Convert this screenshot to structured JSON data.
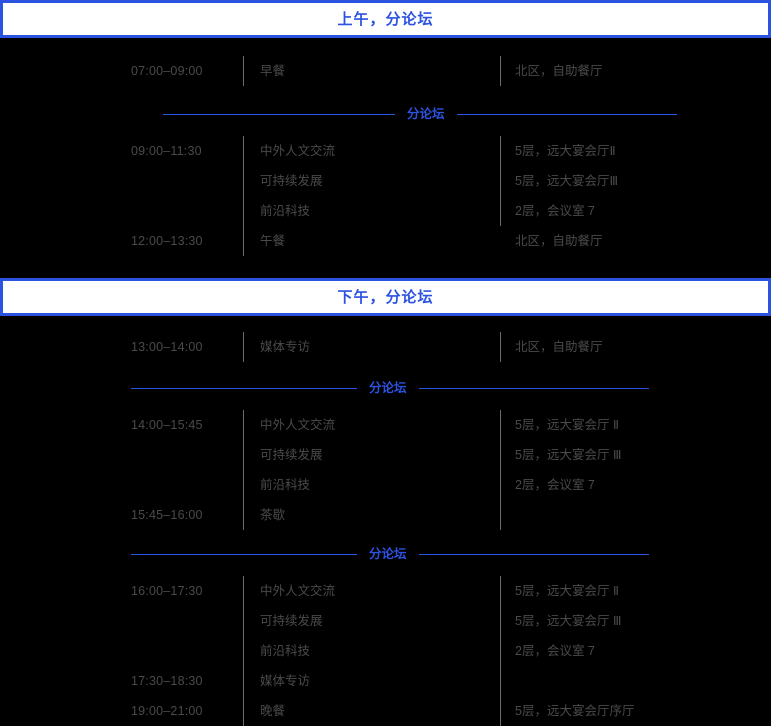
{
  "page": {
    "background_color": "#000000",
    "accent_color": "#2b52e0",
    "text_color": "#4a4a4a"
  },
  "sections": [
    {
      "header": "上午，分论坛",
      "blocks": [
        {
          "type": "rows",
          "rows": [
            {
              "time": "07:00–09:00",
              "title": "早餐",
              "venue": "北区，自助餐厅"
            }
          ]
        },
        {
          "type": "forum-divider",
          "label": "分论坛",
          "left_rule_start": 163,
          "left_rule_end": 395,
          "right_rule_start": 490,
          "right_rule_end": 710
        },
        {
          "type": "rows",
          "rows": [
            {
              "time": "09:00–11:30",
              "title": "中外人文交流",
              "venue": "5层，远大宴会厅Ⅱ"
            },
            {
              "time": "",
              "title": "可持续发展",
              "venue": "5层，远大宴会厅Ⅲ"
            },
            {
              "time": "",
              "title": "前沿科技",
              "venue": "2层，会议室 7"
            },
            {
              "time": "12:00–13:30",
              "title": "午餐",
              "venue": "北区，自助餐厅"
            }
          ]
        }
      ]
    },
    {
      "header": "下午，分论坛",
      "blocks": [
        {
          "type": "rows",
          "rows": [
            {
              "time": "13:00–14:00",
              "title": "媒体专访",
              "venue": "北区，自助餐厅"
            }
          ]
        },
        {
          "type": "forum-divider",
          "label": "分论坛",
          "left_rule_start": 131,
          "left_rule_end": 357,
          "right_rule_start": 453,
          "right_rule_end": 683
        },
        {
          "type": "rows",
          "rows": [
            {
              "time": "14:00–15:45",
              "title": "中外人文交流",
              "venue": "5层，远大宴会厅 Ⅱ"
            },
            {
              "time": "",
              "title": "可持续发展",
              "venue": "5层，远大宴会厅 Ⅲ"
            },
            {
              "time": "",
              "title": "前沿科技",
              "venue": "2层，会议室 7"
            },
            {
              "time": "15:45–16:00",
              "title": "茶歇",
              "venue": ""
            }
          ]
        },
        {
          "type": "forum-divider",
          "label": "分论坛",
          "left_rule_start": 131,
          "left_rule_end": 357,
          "right_rule_start": 453,
          "right_rule_end": 683
        },
        {
          "type": "rows",
          "rows": [
            {
              "time": "16:00–17:30",
              "title": "中外人文交流",
              "venue": "5层，远大宴会厅 Ⅱ"
            },
            {
              "time": "",
              "title": "可持续发展",
              "venue": "5层，远大宴会厅 Ⅲ"
            },
            {
              "time": "",
              "title": "前沿科技",
              "venue": "2层，会议室 7"
            },
            {
              "time": "17:30–18:30",
              "title": "媒体专访",
              "venue": ""
            },
            {
              "time": "19:00–21:00",
              "title": "晚餐",
              "venue": "5层，远大宴会厅序厅"
            }
          ]
        }
      ]
    }
  ]
}
